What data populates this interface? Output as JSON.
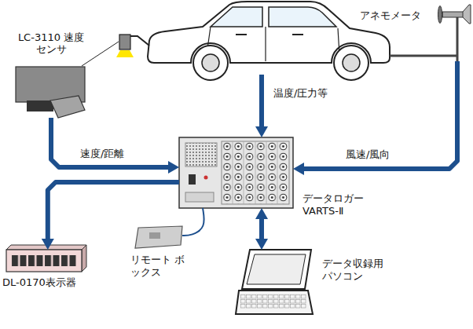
{
  "diagram": {
    "nodes": [
      {
        "text": [
          "LC-3110 速度センサ"
        ]
      },
      {
        "text": [
          "アネモメータ"
        ]
      },
      {
        "text": [
          "データロガー VARTS-Ⅱ"
        ]
      },
      {
        "text": [
          "DL-0170表示器"
        ]
      },
      {
        "text": [
          "リモート ボックス"
        ]
      },
      {
        "text": [
          "データ収録用 パソコン"
        ]
      }
    ],
    "edges": [
      {
        "from": 0,
        "to": 2,
        "label": "速度/距離",
        "arrow": "to"
      },
      {
        "from": 1,
        "to": 2,
        "label": "風速/風向",
        "arrow": "to"
      },
      {
        "from": 2,
        "to": 3,
        "arrow": "to"
      },
      {
        "from": 2,
        "to": 5,
        "arrow": "both"
      },
      {
        "from": 2,
        "to": 4,
        "arrow": "none"
      }
    ],
    "labels": [
      "温度/圧力等"
    ]
  }
}
